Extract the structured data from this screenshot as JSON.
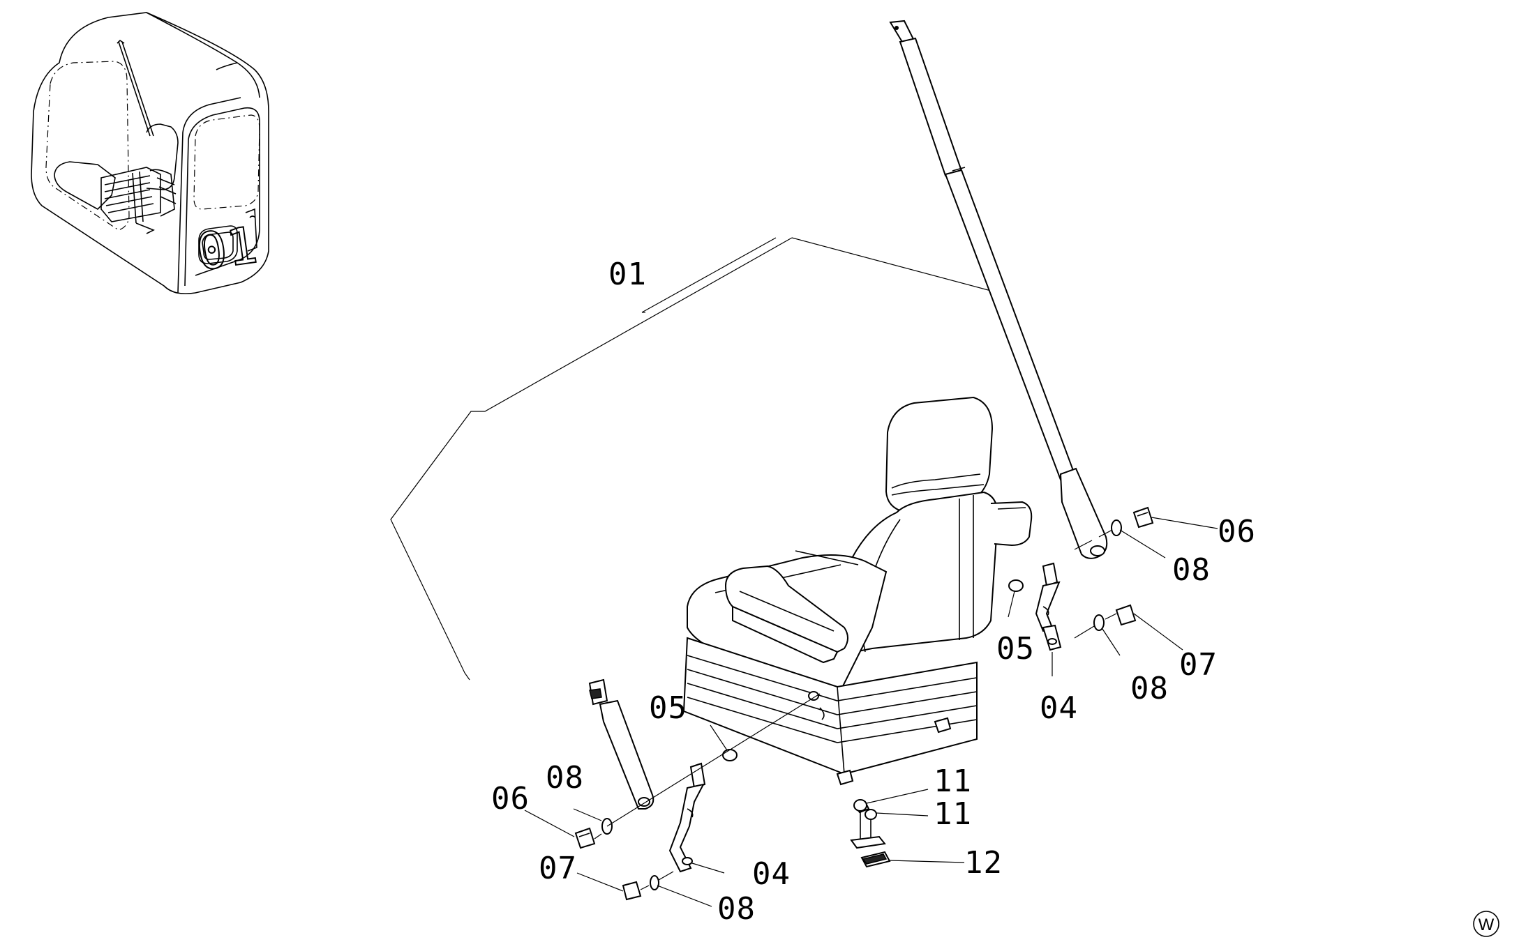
{
  "diagram": {
    "callouts": {
      "seat_assembly": "01",
      "belt_buckle_left": "04",
      "belt_buckle_right": "04",
      "spacer_left": "05",
      "spacer_right": "05",
      "bolt_left_upper": "06",
      "bolt_right_upper": "06",
      "bolt_left_lower": "07",
      "bolt_right_lower": "07",
      "washer_left_upper": "08",
      "washer_left_lower": "08",
      "washer_right_upper": "08",
      "washer_right_lower": "08",
      "bolt_a": "11",
      "bolt_b": "11",
      "bracket": "12"
    },
    "cab_inset_label": "01",
    "watermark": "W"
  }
}
